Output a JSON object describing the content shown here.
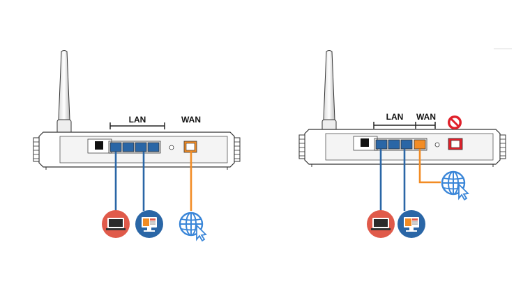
{
  "diagrams": [
    {
      "labels": {
        "lan": "LAN",
        "wan": "WAN"
      },
      "devices": [
        {
          "name": "laptop",
          "icon": "laptop-icon",
          "color": "#e05a4a"
        },
        {
          "name": "desktop",
          "icon": "desktop-icon",
          "color": "#2a66a6"
        },
        {
          "name": "internet",
          "icon": "globe-cursor-icon",
          "color": "#3a86d8"
        }
      ],
      "wan_port_color": "#f28c24"
    },
    {
      "labels": {
        "lan": "LAN",
        "wan": "WAN"
      },
      "devices": [
        {
          "name": "laptop",
          "icon": "laptop-icon",
          "color": "#e05a4a"
        },
        {
          "name": "desktop",
          "icon": "desktop-icon",
          "color": "#2a66a6"
        },
        {
          "name": "internet",
          "icon": "globe-cursor-icon",
          "color": "#3a86d8"
        }
      ],
      "wan_port_color": "#e0202a",
      "blocked_icon": "no-entry-icon"
    }
  ],
  "colors": {
    "cable_blue": "#2a66a6",
    "cable_orange": "#f28c24",
    "port_blue": "#2a66a6",
    "port_orange": "#f28c24"
  }
}
